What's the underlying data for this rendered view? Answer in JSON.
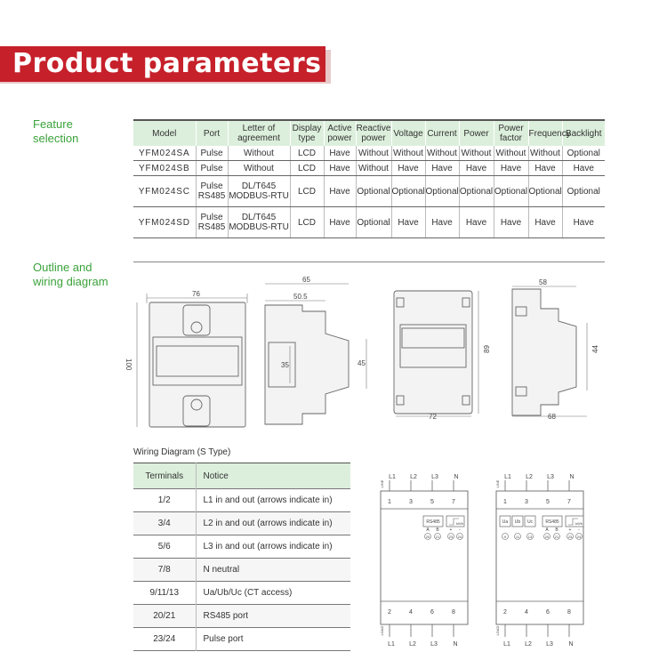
{
  "banner": {
    "title": "Product parameters"
  },
  "feature": {
    "label_line1": "Feature",
    "label_line2": "selection",
    "headers": [
      [
        "Model"
      ],
      [
        "Port"
      ],
      [
        "Letter of",
        "agreement"
      ],
      [
        "Display",
        "type"
      ],
      [
        "Active",
        "power"
      ],
      [
        "Reactive",
        "power"
      ],
      [
        "Voltage"
      ],
      [
        "Current"
      ],
      [
        "Power"
      ],
      [
        "Power",
        "factor"
      ],
      [
        "Frequency"
      ],
      [
        "Backlight"
      ]
    ],
    "rows": [
      {
        "cells": [
          [
            "YFM024SA"
          ],
          [
            "Pulse"
          ],
          [
            "Without"
          ],
          [
            "LCD"
          ],
          [
            "Have"
          ],
          [
            "Without"
          ],
          [
            "Without"
          ],
          [
            "Without"
          ],
          [
            "Without"
          ],
          [
            "Without"
          ],
          [
            "Without"
          ],
          [
            "Optional"
          ]
        ]
      },
      {
        "cells": [
          [
            "YFM024SB"
          ],
          [
            "Pulse"
          ],
          [
            "Without"
          ],
          [
            "LCD"
          ],
          [
            "Have"
          ],
          [
            "Without"
          ],
          [
            "Have"
          ],
          [
            "Have"
          ],
          [
            "Have"
          ],
          [
            "Have"
          ],
          [
            "Have"
          ],
          [
            "Have"
          ]
        ]
      },
      {
        "cells": [
          [
            "YFM024SC"
          ],
          [
            "Pulse",
            "RS485"
          ],
          [
            "DL/T645",
            "MODBUS-RTU"
          ],
          [
            "LCD"
          ],
          [
            "Have"
          ],
          [
            "Optional"
          ],
          [
            "Optional"
          ],
          [
            "Optional"
          ],
          [
            "Optional"
          ],
          [
            "Optional"
          ],
          [
            "Optional"
          ],
          [
            "Optional"
          ]
        ]
      },
      {
        "cells": [
          [
            "YFM024SD"
          ],
          [
            "Pulse",
            "RS485"
          ],
          [
            "DL/T645",
            "MODBUS-RTU"
          ],
          [
            "LCD"
          ],
          [
            "Have"
          ],
          [
            "Optional"
          ],
          [
            "Have"
          ],
          [
            "Have"
          ],
          [
            "Have"
          ],
          [
            "Have"
          ],
          [
            "Have"
          ],
          [
            "Have"
          ]
        ]
      }
    ]
  },
  "outline": {
    "label_line1": "Outline and",
    "label_line2": "wiring diagram",
    "dims": {
      "front_width": "76",
      "front_height": "100",
      "side_depth": "65",
      "side_inner": "50.5",
      "side_h1": "35",
      "side_h2": "45",
      "three_height": "89",
      "three_width": "72",
      "last_top": "58",
      "last_bottom": "68",
      "last_height": "44"
    }
  },
  "wiring": {
    "title": "Wiring Diagram (S Type)",
    "headers": {
      "terminals": "Terminals",
      "notice": "Notice"
    },
    "rows": [
      {
        "terminal": "1/2",
        "notice": "L1 in and out (arrows indicate in)"
      },
      {
        "terminal": "3/4",
        "notice": "L2 in and out (arrows indicate in)"
      },
      {
        "terminal": "5/6",
        "notice": "L3 in and out (arrows indicate in)"
      },
      {
        "terminal": "7/8",
        "notice": "N neutral"
      },
      {
        "terminal": "9/11/13",
        "notice": "Ua/Ub/Uc (CT access)"
      },
      {
        "terminal": "20/21",
        "notice": "RS485 port"
      },
      {
        "terminal": "23/24",
        "notice": "Pulse port"
      }
    ]
  },
  "schematic": {
    "lines_top": [
      "L1",
      "L2",
      "L3",
      "N"
    ],
    "lines_bottom": [
      "L1",
      "L2",
      "L3",
      "N"
    ],
    "terminals_top": [
      "1",
      "3",
      "5",
      "7"
    ],
    "terminals_bottom": [
      "2",
      "4",
      "6",
      "8"
    ],
    "rs485_label": "RS485",
    "rs485_ab": [
      "A",
      "B"
    ],
    "rs485_nums": [
      "20",
      "21"
    ],
    "pulse_label": "kWh",
    "pulse_pm": [
      "+",
      "-"
    ],
    "pulse_nums": [
      "23",
      "24"
    ],
    "u_labels": [
      "Ua",
      "Ub",
      "Uc"
    ],
    "u_nums": [
      "9",
      "11",
      "13"
    ],
    "load_label": "LOAD",
    "line_label": "LINE"
  }
}
